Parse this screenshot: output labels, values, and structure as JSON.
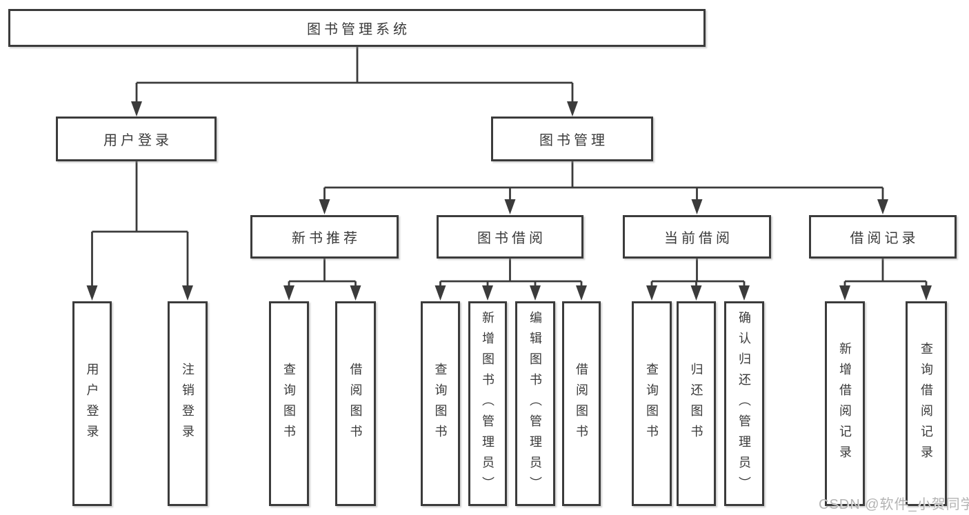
{
  "tree": {
    "root": {
      "label": "图书管理系统"
    },
    "branches": [
      {
        "label": "用户登录",
        "leaves": [
          "用户登录",
          "注销登录"
        ]
      },
      {
        "label": "图书管理",
        "children": [
          {
            "label": "新书推荐",
            "leaves": [
              "查询图书",
              "借阅图书"
            ]
          },
          {
            "label": "图书借阅",
            "leaves": [
              "查询图书",
              "新增图书（管理员）",
              "编辑图书（管理员）",
              "借阅图书"
            ]
          },
          {
            "label": "当前借阅",
            "leaves": [
              "查询图书",
              "归还图书",
              "确认归还（管理员）"
            ]
          },
          {
            "label": "借阅记录",
            "leaves": [
              "新增借阅记录",
              "查询借阅记录"
            ]
          }
        ]
      }
    ]
  },
  "watermark": "CSDN @软件_小贺同学",
  "colors": {
    "line": "#3b3b3b",
    "text": "#3a3a3a",
    "background": "#ffffff",
    "watermark": "#b3b3b3"
  }
}
